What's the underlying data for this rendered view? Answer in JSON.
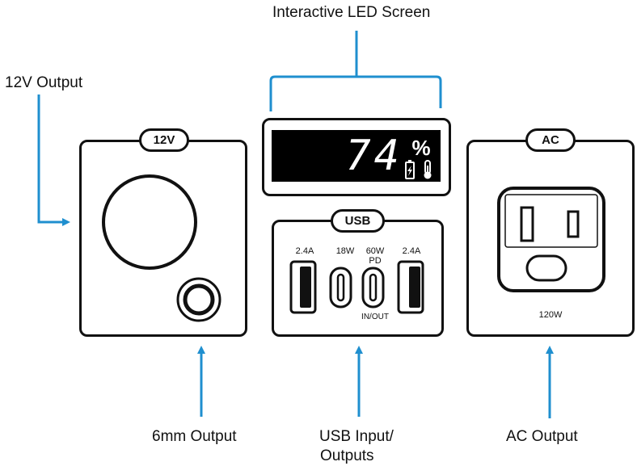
{
  "callouts": {
    "led_screen": "Interactive LED Screen",
    "output_12v": "12V Output",
    "output_6mm": "6mm Output",
    "usb_io_line1": "USB Input/",
    "usb_io_line2": "Outputs",
    "ac_output": "AC Output"
  },
  "panels": {
    "dc": {
      "badge": "12V"
    },
    "usb": {
      "badge": "USB",
      "ports": [
        {
          "rating": "2.4A",
          "type": "usb-a"
        },
        {
          "rating": "18W",
          "type": "usb-c"
        },
        {
          "rating": "60W",
          "rating_line2": "PD",
          "sub": "IN/OUT",
          "type": "usb-c"
        },
        {
          "rating": "2.4A",
          "type": "usb-a"
        }
      ]
    },
    "ac": {
      "badge": "AC",
      "rating": "120W"
    }
  },
  "screen": {
    "value": "74",
    "unit": "%",
    "icons": [
      "battery-charging-icon",
      "thermometer-icon"
    ]
  },
  "colors": {
    "arrow": "#1f8fcf",
    "outline": "#111111",
    "screen_bg": "#000000"
  }
}
